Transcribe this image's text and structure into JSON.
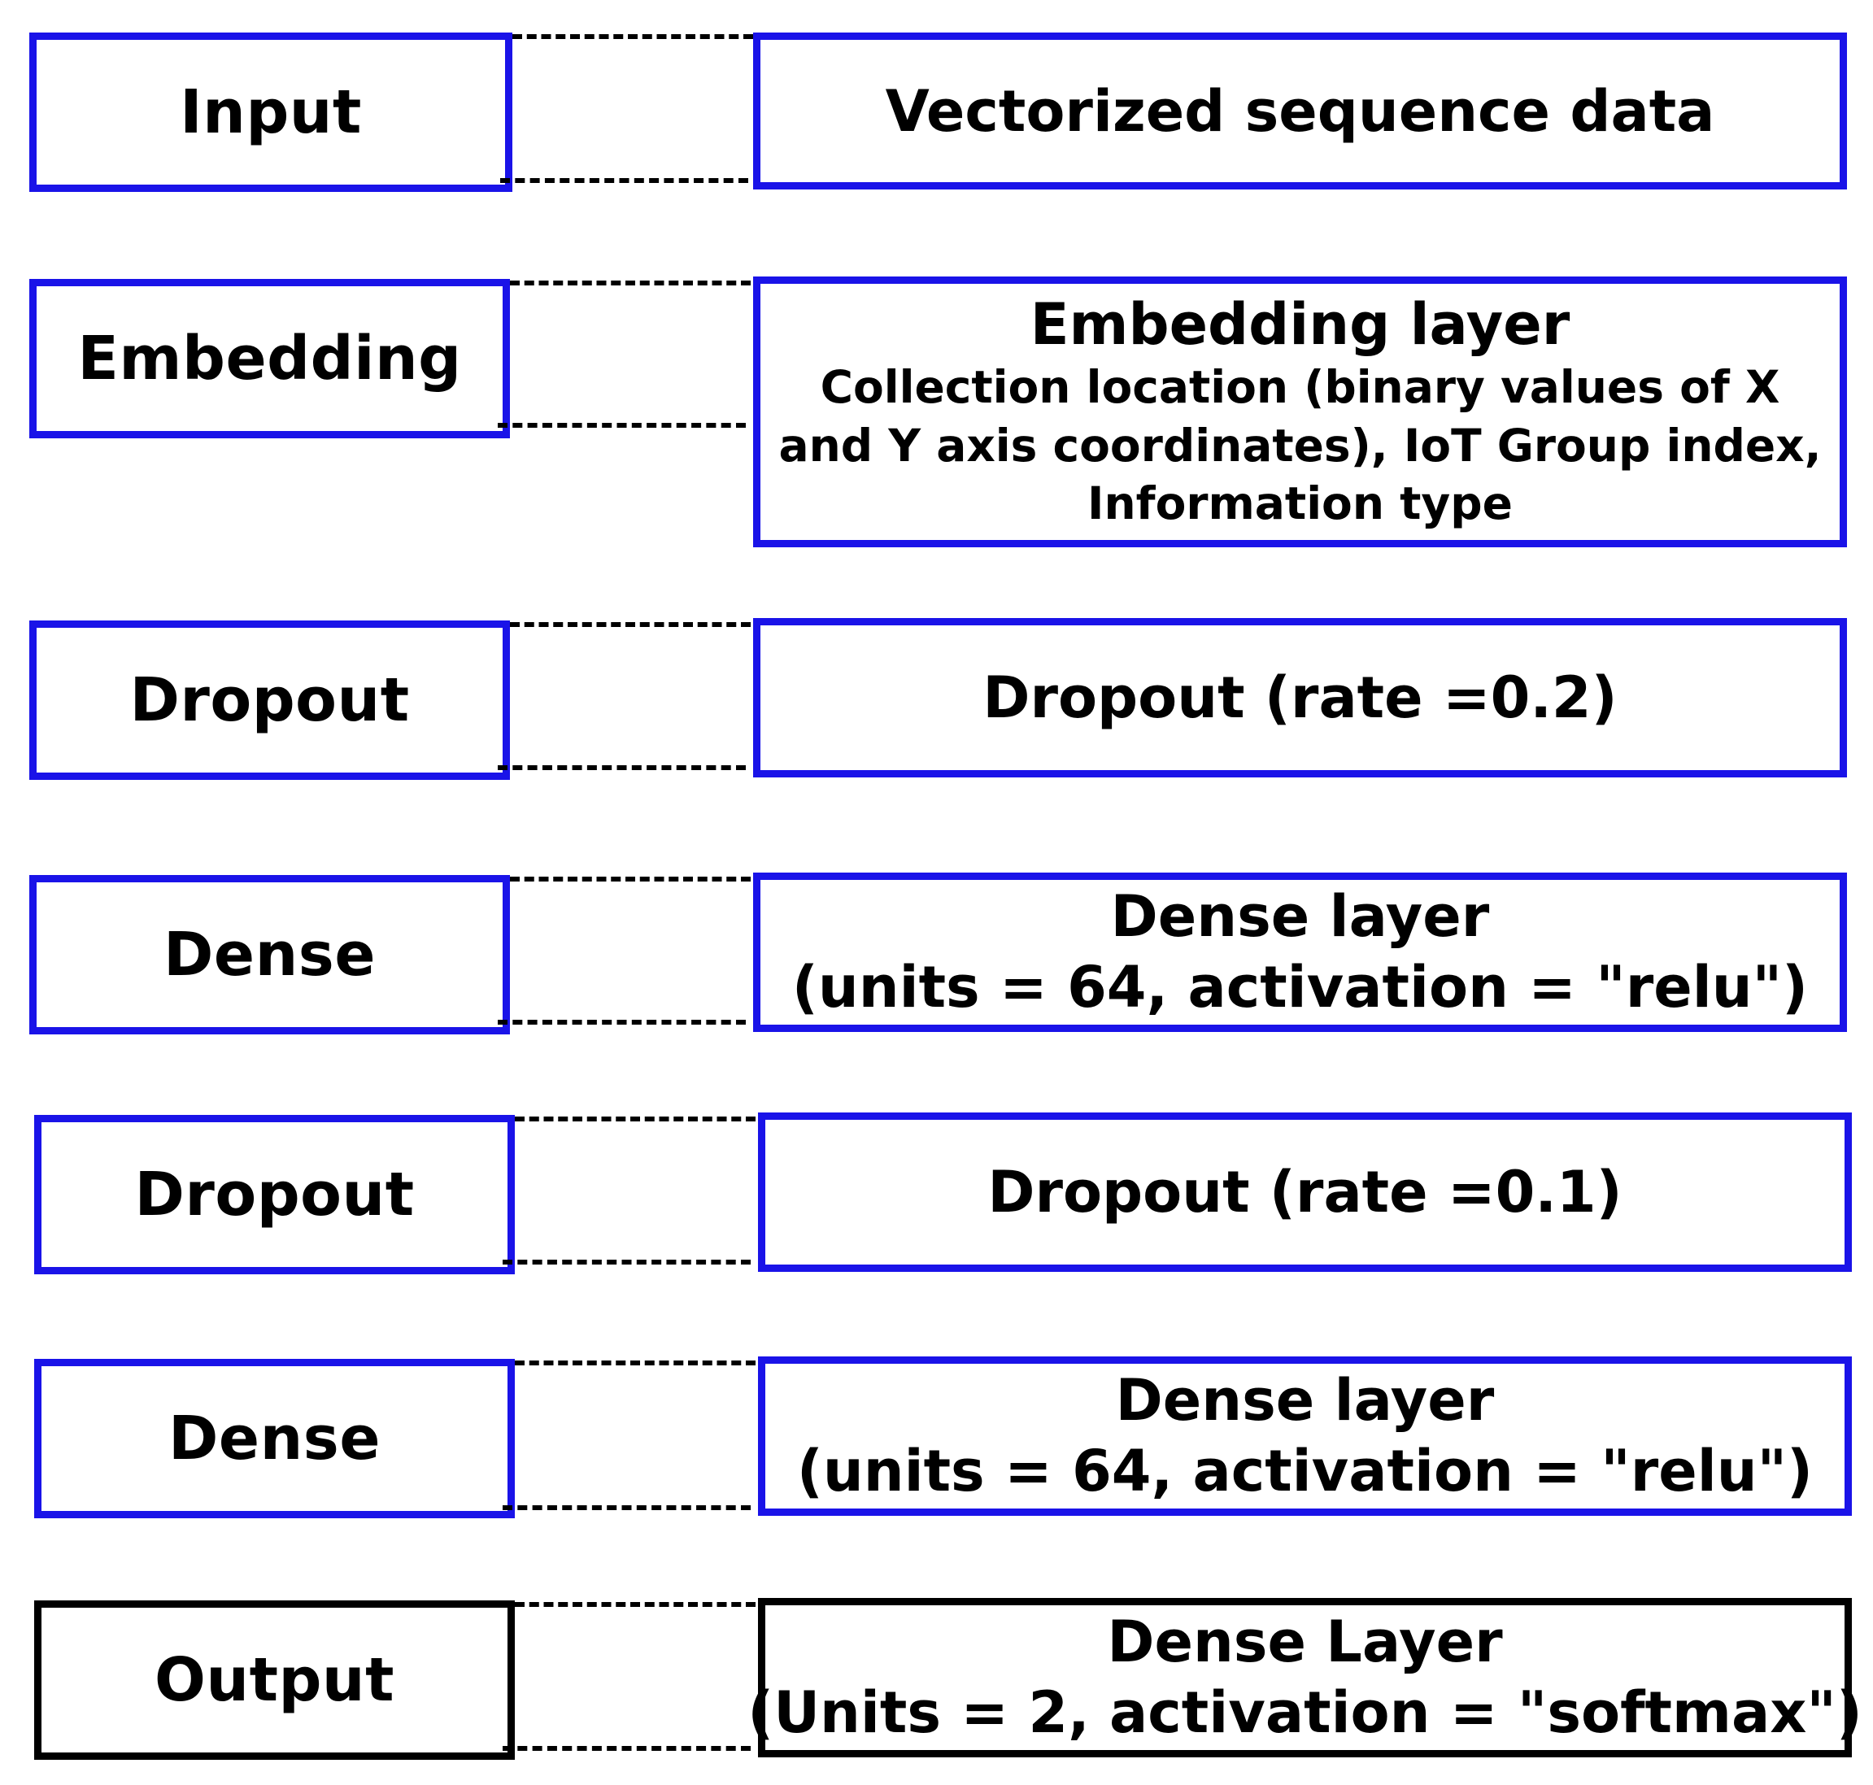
{
  "rows": [
    {
      "left": "Input",
      "right_lines": [
        "Vectorized sequence data"
      ]
    },
    {
      "left": "Embedding",
      "right_title": "Embedding layer",
      "right_detail": "Collection location (binary values of X and Y axis coordinates), IoT Group index, Information type"
    },
    {
      "left": "Dropout",
      "right_lines": [
        "Dropout (rate =0.2)"
      ]
    },
    {
      "left": "Dense",
      "right_lines": [
        "Dense layer",
        "(units = 64, activation = \"relu\")"
      ]
    },
    {
      "left": "Dropout",
      "right_lines": [
        "Dropout (rate =0.1)"
      ]
    },
    {
      "left": "Dense",
      "right_lines": [
        "Dense layer",
        "(units = 64, activation = \"relu\")"
      ]
    },
    {
      "left": "Output",
      "right_lines": [
        "Dense Layer",
        "(Units = 2, activation = \"softmax\")"
      ]
    }
  ],
  "colors": {
    "layer_border": "#1a13e8",
    "output_border": "#000000",
    "connector": "#000000"
  }
}
